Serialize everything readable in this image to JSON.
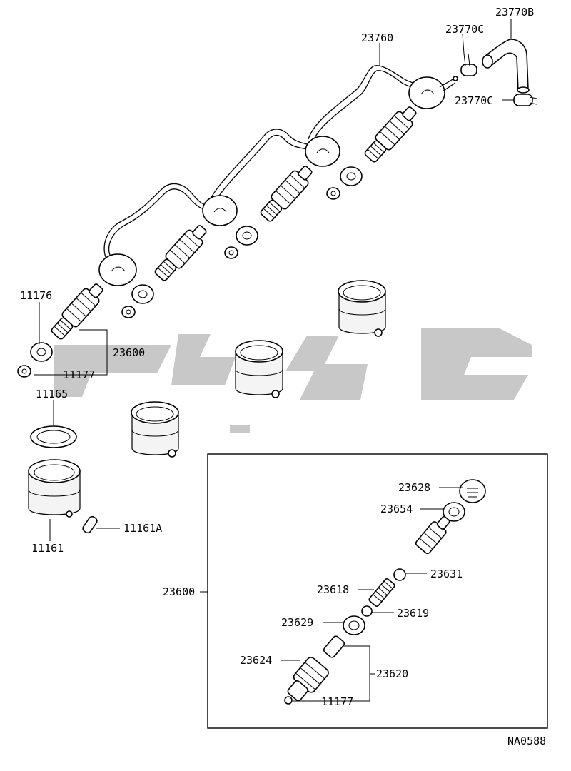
{
  "diagram_code": "NA0588",
  "labels": {
    "l23770b": "23770B",
    "l23770c_top": "23770C",
    "l23760": "23760",
    "l23770c_bot": "23770C",
    "l11176": "11176",
    "l23600_upper": "23600",
    "l11177_upper": "11177",
    "l11165": "11165",
    "l11161a": "11161A",
    "l11161": "11161",
    "l23628": "23628",
    "l23654": "23654",
    "l23631": "23631",
    "l23618": "23618",
    "l23619": "23619",
    "l23600_box": "23600",
    "l23629": "23629",
    "l23624": "23624",
    "l23620": "23620",
    "l11177_lower": "11177"
  },
  "colors": {
    "line": "#000000",
    "watermark": "#c8c8c8",
    "background": "#ffffff"
  }
}
